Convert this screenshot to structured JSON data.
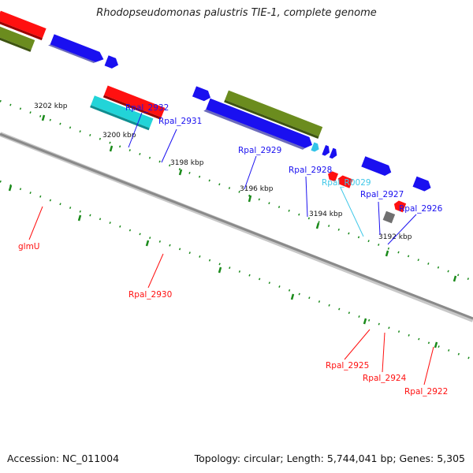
{
  "title": "Rhodopseudomonas palustris TIE-1, complete genome",
  "footer": {
    "accession": "Accession: NC_011004",
    "summary": "Topology: circular; Length: 5,744,041 bp; Genes: 5,305"
  },
  "colors": {
    "cds": "#1a10f0",
    "rrna": "#ff1010",
    "trna_label": "#40c8e8",
    "misc_feature": "#6b8c1e",
    "cyan_feature": "#22d4d8",
    "pseudo": "#707070",
    "backbone": "#8a8a8a",
    "tick": "#1a8a1a"
  },
  "scale": {
    "kbp_labels": [
      "3202 kbp",
      "3200 kbp",
      "3198 kbp",
      "3196 kbp",
      "3194 kbp",
      "3192 kbp"
    ]
  },
  "genes": {
    "top": [
      "Rpal_2932",
      "Rpal_2931",
      "Rpal_2929",
      "Rpal_2928",
      "Rpal_R0029",
      "Rpal_2927",
      "Rpal_2926"
    ],
    "bottom": [
      "glmU",
      "Rpal_2930",
      "Rpal_2925",
      "Rpal_2924",
      "Rpal_2922"
    ]
  }
}
